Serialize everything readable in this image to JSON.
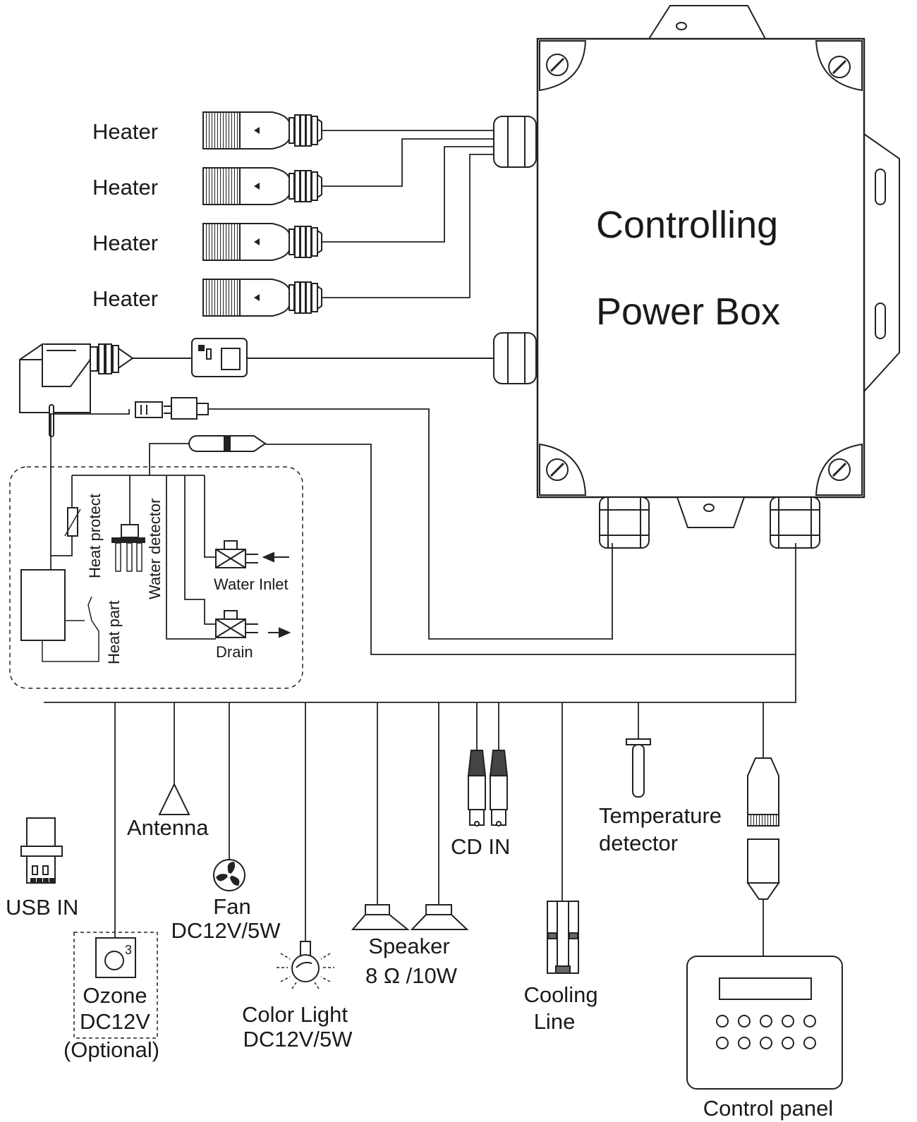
{
  "power_box": {
    "title_line1": "Controlling",
    "title_line2": "Power Box"
  },
  "heaters": [
    "Heater",
    "Heater",
    "Heater",
    "Heater"
  ],
  "labels": {
    "heat_protect": "Heat protect",
    "water_detector": "Water detector",
    "heat_part": "Heat part",
    "water_inlet": "Water Inlet",
    "drain": "Drain",
    "antenna": "Antenna",
    "usb_in": "USB  IN",
    "fan_line1": "Fan",
    "fan_line2": "DC12V/5W",
    "ozone_line1": "Ozone",
    "ozone_line2": "DC12V",
    "ozone_line3": "(Optional)",
    "ozone_symbol": "3",
    "color_light_line1": "Color Light",
    "color_light_line2": "DC12V/5W",
    "speaker_line1": "Speaker",
    "speaker_line2": "8 Ω /10W",
    "cd_in": "CD  IN",
    "cooling_line1": "Cooling",
    "cooling_line2": "Line",
    "temperature_line1": "Temperature",
    "temperature_line2": "detector",
    "control_panel": "Control  panel"
  }
}
